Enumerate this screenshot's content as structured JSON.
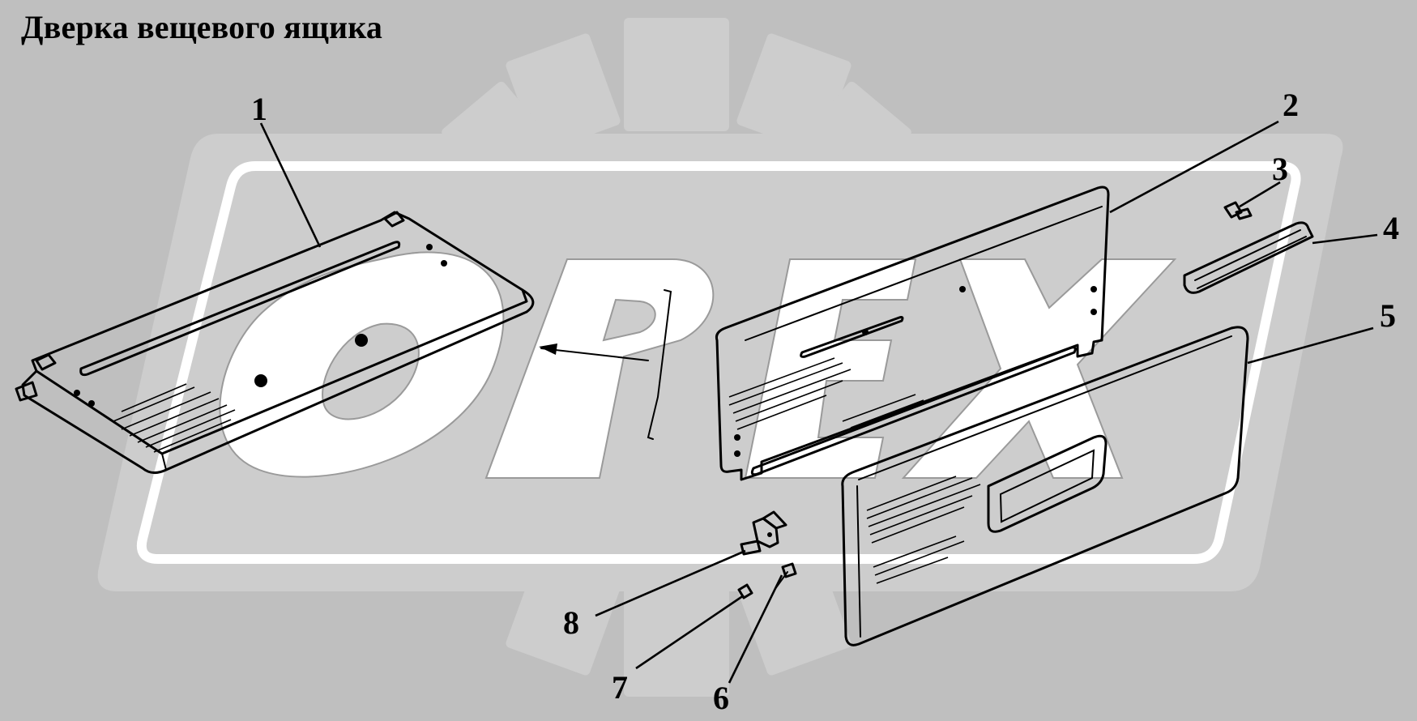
{
  "title": "Дверка вещевого ящика",
  "watermark": "OPEX",
  "callouts": [
    {
      "label": "1",
      "part": "door-inner-panel"
    },
    {
      "label": "2",
      "part": "door-seal-plate"
    },
    {
      "label": "3",
      "part": "screw"
    },
    {
      "label": "4",
      "part": "handle-strip"
    },
    {
      "label": "5",
      "part": "door-outer-panel"
    },
    {
      "label": "6",
      "part": "rivet"
    },
    {
      "label": "7",
      "part": "pin"
    },
    {
      "label": "8",
      "part": "latch-bracket"
    }
  ],
  "colors": {
    "background": "#bfbfbf",
    "watermark_band": "#cdcdcd",
    "watermark_fill": "#ffffff",
    "parts_fill": "#ffffff",
    "ink": "#000000"
  }
}
